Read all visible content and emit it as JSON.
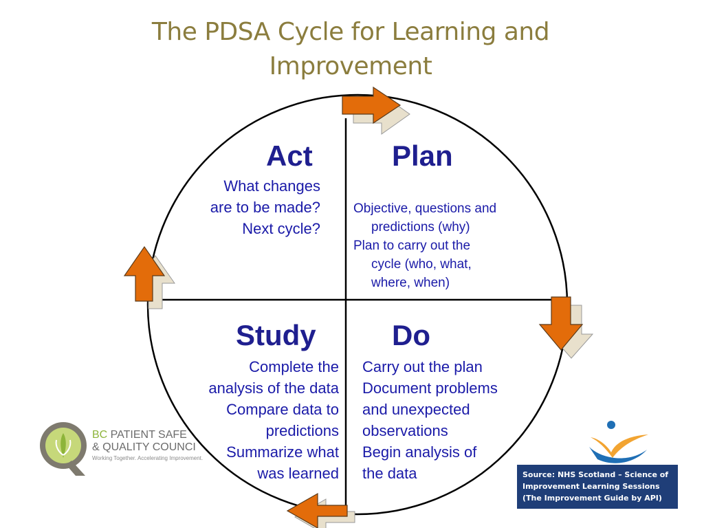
{
  "title": {
    "line1": "The PDSA Cycle for Learning and",
    "line2": "Improvement"
  },
  "colors": {
    "title": "#8B7D3E",
    "heading": "#1F1F8F",
    "body_text": "#1A1AA8",
    "arrow": "#E36C0A",
    "source_bg": "#1F3E78",
    "bc_green": "#8DB43A"
  },
  "quadrants": {
    "act": {
      "heading": "Act",
      "lines": [
        "What changes",
        "are to be made?",
        "Next cycle?"
      ]
    },
    "plan": {
      "heading": "Plan",
      "lines": [
        "Objective, questions and",
        "predictions (why)",
        "Plan to carry out the",
        "cycle (who, what,",
        "where, when)"
      ]
    },
    "study": {
      "heading": "Study",
      "lines": [
        "Complete the",
        "analysis of the data",
        "Compare data to",
        "predictions",
        "Summarize what",
        "was learned"
      ]
    },
    "do": {
      "heading": "Do",
      "lines": [
        "Carry out the plan",
        "Document problems",
        "and unexpected",
        "observations",
        "Begin analysis of",
        "the data"
      ]
    }
  },
  "arrows": [
    {
      "name": "arrow-top-right",
      "icon": "arrow-right-icon"
    },
    {
      "name": "arrow-right-down",
      "icon": "arrow-down-icon"
    },
    {
      "name": "arrow-bottom-left",
      "icon": "arrow-left-icon"
    },
    {
      "name": "arrow-left-up",
      "icon": "arrow-up-icon"
    }
  ],
  "logos": {
    "bc": {
      "line1_prefix": "BC",
      "line1_rest": " PATIENT SAFE",
      "line2": "& QUALITY COUNCI",
      "line3": "Working Together. Accelerating Improvement."
    },
    "ih": {
      "icon": "interior-health-logo-icon"
    }
  },
  "source": {
    "lines": [
      "Source: NHS Scotland – Science of",
      "Improvement Learning Sessions",
      "(The Improvement Guide by API)"
    ]
  }
}
